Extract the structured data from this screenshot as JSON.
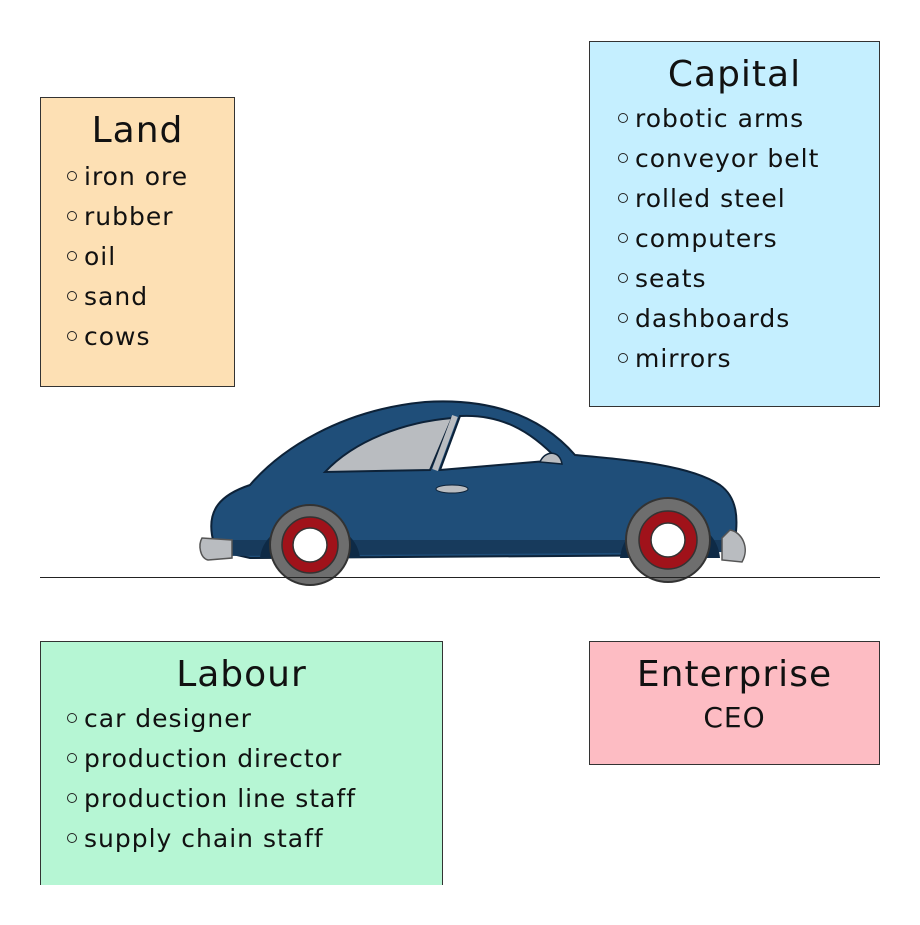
{
  "land": {
    "title": "Land",
    "items": [
      "iron ore",
      "rubber",
      "oil",
      "sand",
      "cows"
    ]
  },
  "capital": {
    "title": "Capital",
    "items": [
      "robotic arms",
      "conveyor belt",
      "rolled steel",
      "computers",
      "seats",
      "dashboards",
      "mirrors"
    ]
  },
  "labour": {
    "title": "Labour",
    "items": [
      "car designer",
      "production director",
      "production line staff",
      "supply chain staff"
    ]
  },
  "enterprise": {
    "title": "Enterprise",
    "subtitle": "CEO"
  },
  "colors": {
    "land_bg": "#fde0b4",
    "capital_bg": "#c5efff",
    "labour_bg": "#b6f6d4",
    "enterprise_bg": "#fdbcc3",
    "car_body": "#1f4e79"
  },
  "car_icon": "car-illustration"
}
